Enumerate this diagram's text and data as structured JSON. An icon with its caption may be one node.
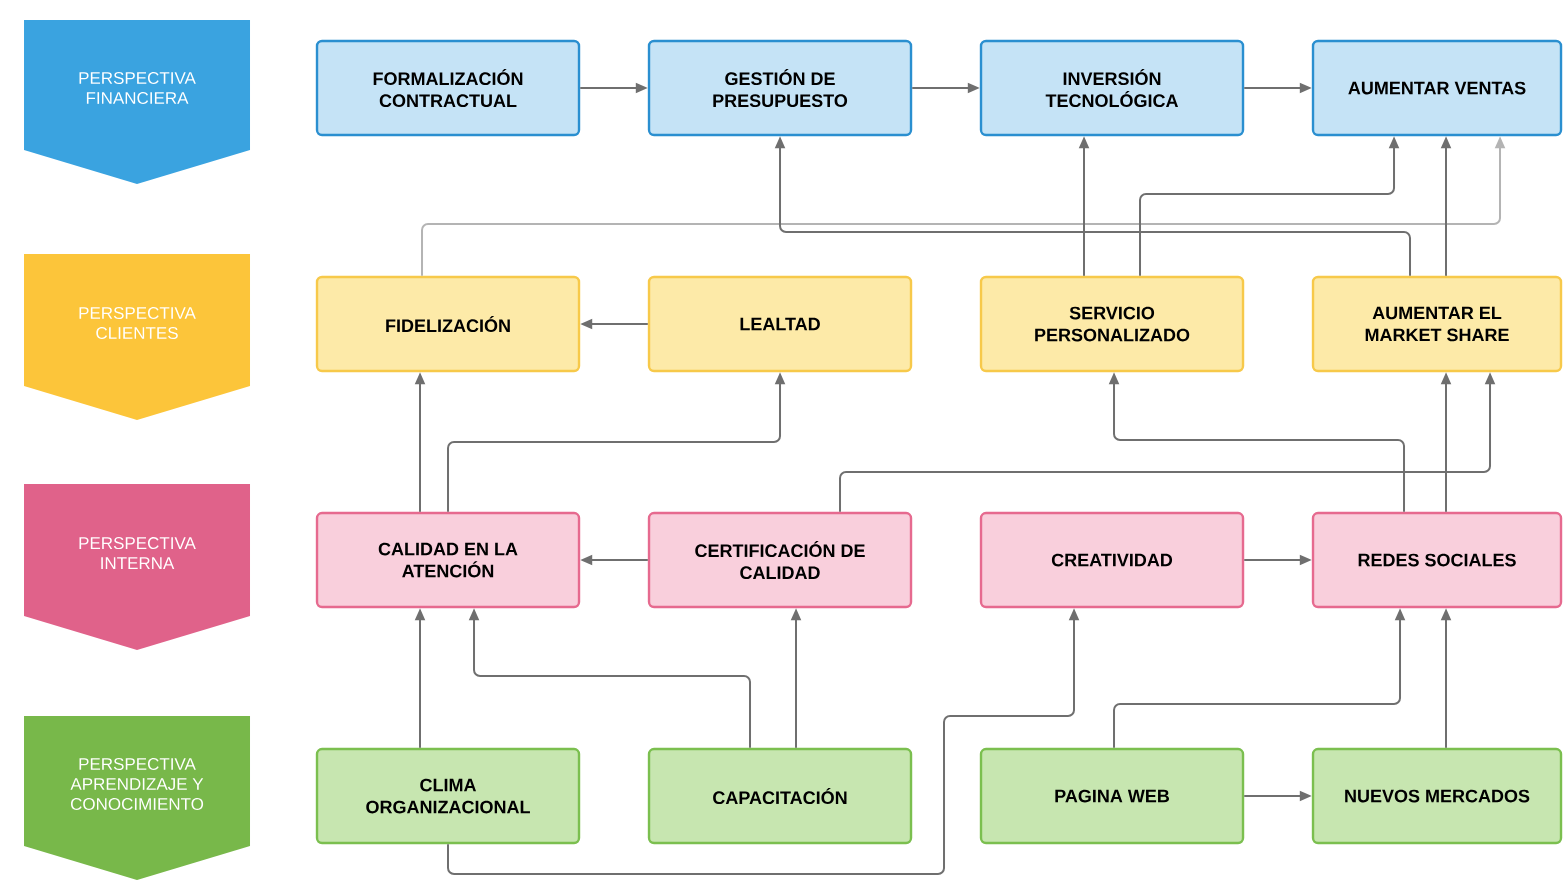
{
  "diagram": {
    "nodes": [
      {
        "text": [
          "PERSPECTIVA FINANCIERA"
        ]
      },
      {
        "text": [
          "FORMALIZACIÓN CONTRACTUAL"
        ]
      },
      {
        "text": [
          "GESTIÓN DE PRESUPUESTO"
        ]
      },
      {
        "text": [
          "INVERSIÓN TECNOLÓGICA"
        ]
      },
      {
        "text": [
          "AUMENTAR VENTAS"
        ]
      },
      {
        "text": [
          "PERSPECTIVA CLIENTES"
        ]
      },
      {
        "text": [
          "FIDELIZACIÓN"
        ]
      },
      {
        "text": [
          "LEALTAD"
        ]
      },
      {
        "text": [
          "SERVICIO PERSONALIZADO"
        ]
      },
      {
        "text": [
          "AUMENTAR EL MARKET SHARE"
        ]
      },
      {
        "text": [
          "PERSPECTIVA INTERNA"
        ]
      },
      {
        "text": [
          "CALIDAD EN LA ATENCIÓN"
        ]
      },
      {
        "text": [
          "CERTIFICACIÓN DE CALIDAD"
        ]
      },
      {
        "text": [
          "CREATIVIDAD"
        ]
      },
      {
        "text": [
          "REDES SOCIALES"
        ]
      },
      {
        "text": [
          "PERSPECTIVA APRENDIZAJE Y CONOCIMIENTO"
        ]
      },
      {
        "text": [
          "CLIMA ORGANIZACIONAL"
        ]
      },
      {
        "text": [
          "CAPACITACIÓN"
        ]
      },
      {
        "text": [
          "PAGINA WEB"
        ]
      },
      {
        "text": [
          "NUEVOS MERCADOS"
        ]
      }
    ],
    "edges": [
      {
        "from": 1,
        "to": 2,
        "arrow": "to"
      },
      {
        "from": 2,
        "to": 3,
        "arrow": "to"
      },
      {
        "from": 3,
        "to": 4,
        "arrow": "to"
      },
      {
        "from": 6,
        "to": 4,
        "arrow": "to",
        "color": "#b4b4b4"
      },
      {
        "from": 9,
        "to": 2,
        "arrow": "to"
      },
      {
        "from": 7,
        "to": 6,
        "arrow": "to"
      },
      {
        "from": 11,
        "to": 7,
        "arrow": "to"
      },
      {
        "from": 11,
        "to": 6,
        "arrow": "to"
      },
      {
        "from": 8,
        "to": 3,
        "arrow": "to"
      },
      {
        "from": 8,
        "to": 4,
        "arrow": "to"
      },
      {
        "from": 9,
        "to": 4,
        "arrow": "to"
      },
      {
        "from": 16,
        "to": 11,
        "arrow": "to"
      },
      {
        "from": 17,
        "to": 11,
        "arrow": "to"
      },
      {
        "from": 17,
        "to": 12,
        "arrow": "to"
      },
      {
        "from": 12,
        "to": 11,
        "arrow": "to"
      },
      {
        "from": 12,
        "to": 9,
        "arrow": "to"
      },
      {
        "from": 14,
        "to": 8,
        "arrow": "to"
      },
      {
        "from": 14,
        "to": 9,
        "arrow": "to"
      },
      {
        "from": 13,
        "to": 14,
        "arrow": "to"
      },
      {
        "from": 16,
        "to": 13,
        "arrow": "to"
      },
      {
        "from": 18,
        "to": 14,
        "arrow": "to"
      },
      {
        "from": 19,
        "to": 14,
        "arrow": "to"
      },
      {
        "from": 18,
        "to": 19,
        "arrow": "to"
      }
    ]
  }
}
